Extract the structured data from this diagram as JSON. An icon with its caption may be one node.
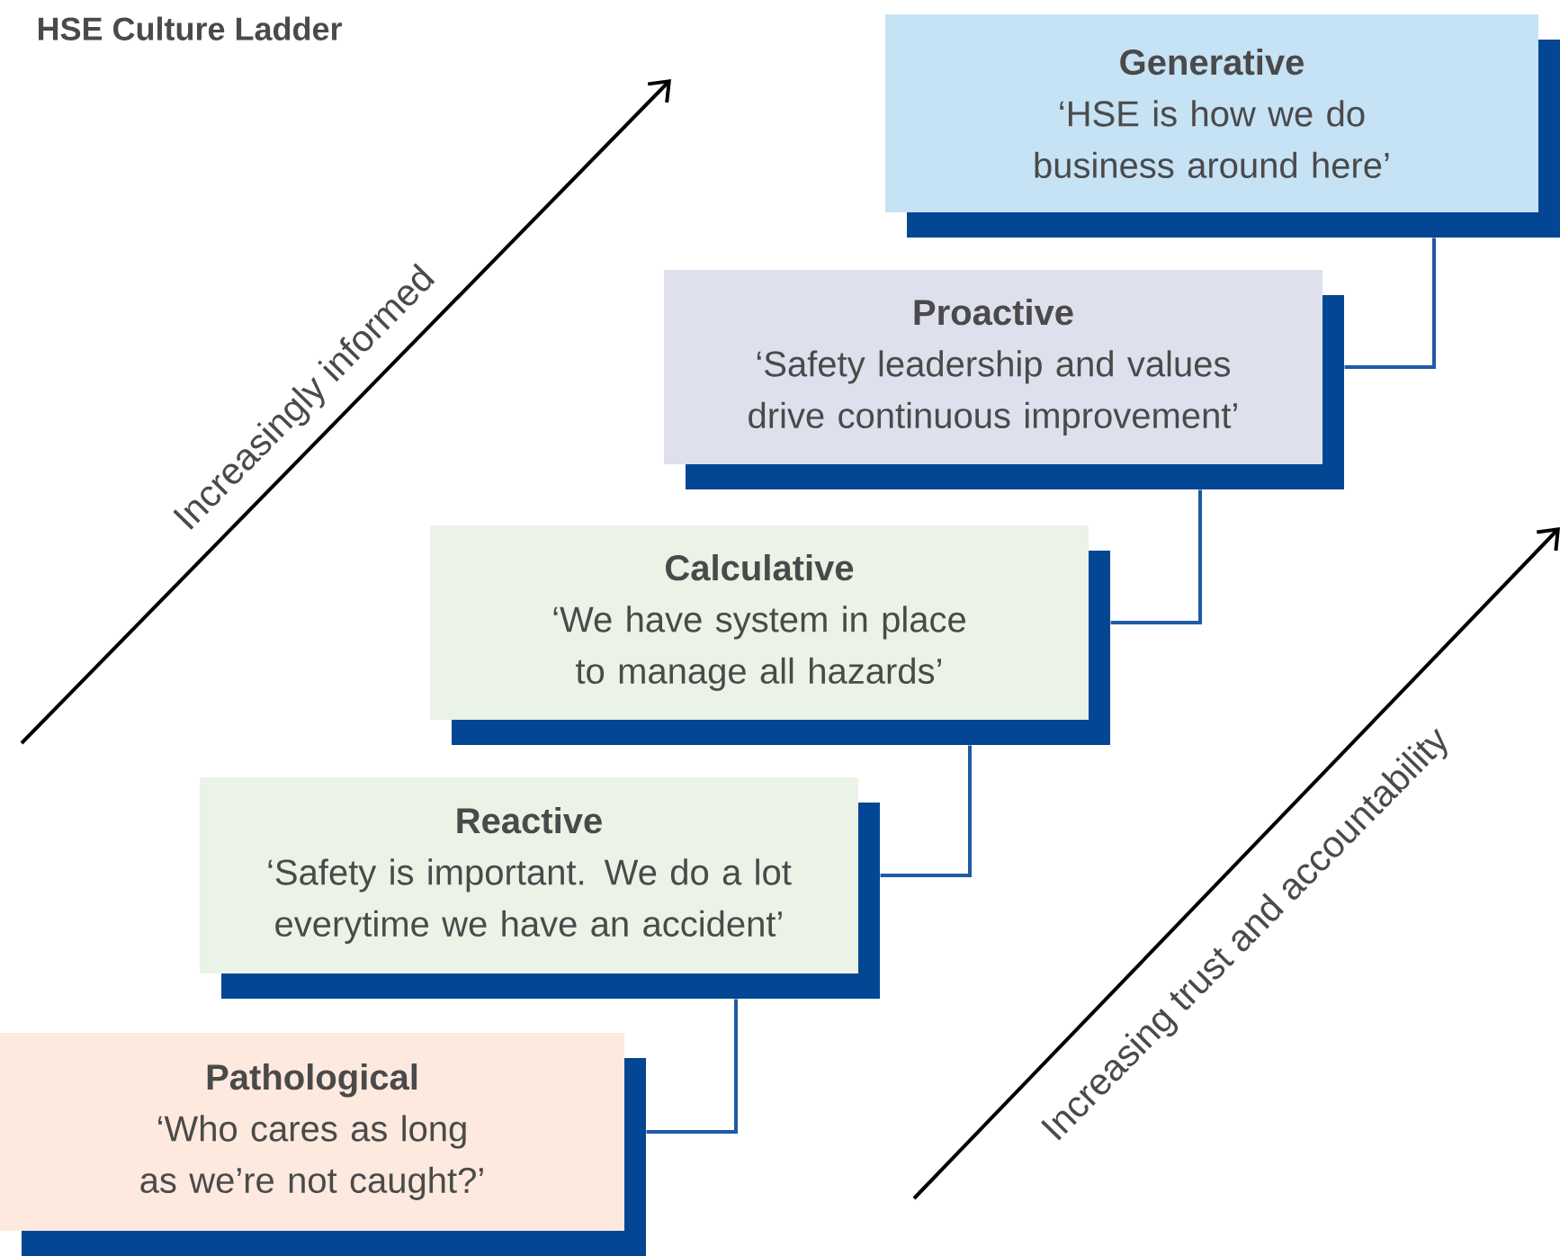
{
  "diagram": {
    "title": "HSE Culture Ladder",
    "nodes": [
      {
        "text": [
          "Generative",
          "‘HSE is how we do business around here’"
        ]
      },
      {
        "text": [
          "Proactive",
          "‘Safety leadership and values drive continuous improvement’"
        ]
      },
      {
        "text": [
          "Calculative",
          "‘We have system in place to manage all hazards’"
        ]
      },
      {
        "text": [
          "Reactive",
          "‘Safety is important. We do a lot everytime we have an accident’"
        ]
      },
      {
        "text": [
          "Pathological",
          "‘Who cares as long as we’re not caught?’"
        ]
      }
    ],
    "edges": [
      {
        "from": 4,
        "to": 3,
        "arrow": "none"
      },
      {
        "from": 3,
        "to": 2,
        "arrow": "none"
      },
      {
        "from": 2,
        "to": 1,
        "arrow": "none"
      },
      {
        "from": 1,
        "to": 0,
        "arrow": "none"
      }
    ],
    "labels": [
      "Increasingly informed",
      "Increasing trust and accountability"
    ]
  }
}
